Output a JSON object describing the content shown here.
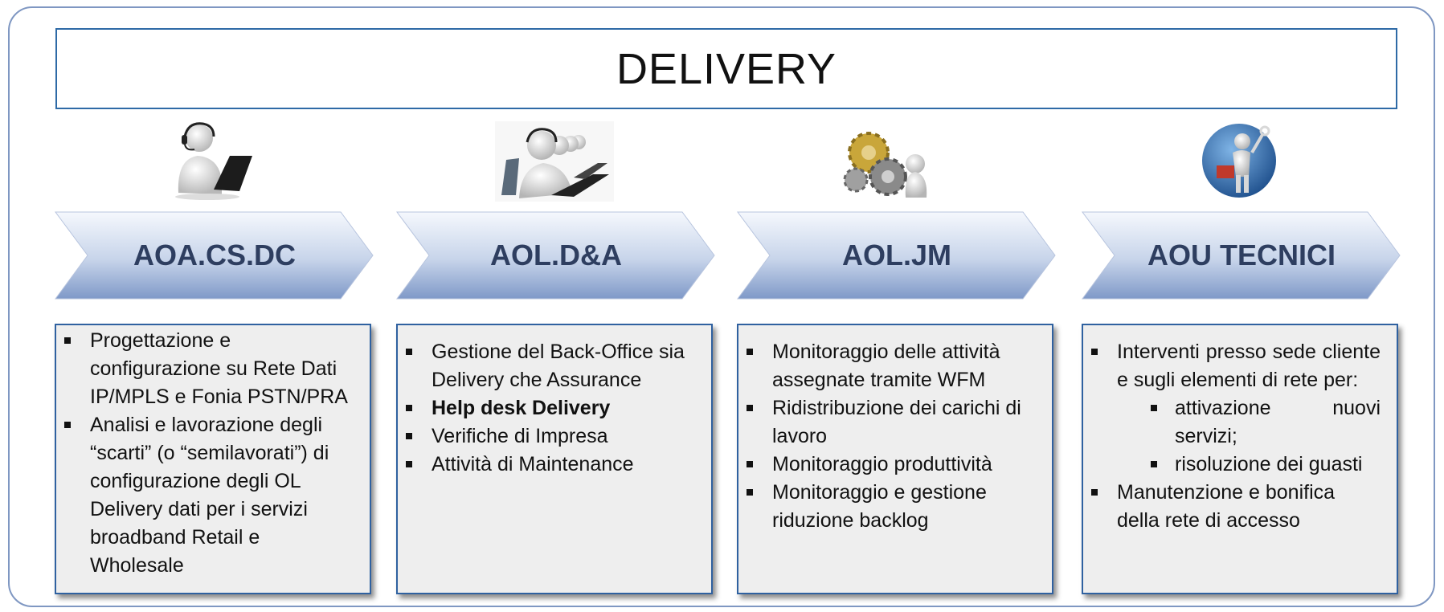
{
  "title": "DELIVERY",
  "columns": [
    {
      "label": "AOA.CS.DC",
      "icon": "person-headset-laptop-icon",
      "items": [
        {
          "text": "Progettazione e configurazione su Rete Dati IP/MPLS e Fonia PSTN/PRA",
          "bold": false,
          "level": 1
        },
        {
          "text": "Analisi e lavorazione degli “scarti” (o “semilavorati”) di configurazione degli OL Delivery dati per i servizi broadband Retail e Wholesale",
          "bold": false,
          "level": 1
        }
      ]
    },
    {
      "label": "AOL.D&A",
      "icon": "call-center-team-icon",
      "items": [
        {
          "text": "Gestione del Back-Office sia Delivery che Assurance",
          "bold": false,
          "level": 1
        },
        {
          "text": "Help desk Delivery",
          "bold": true,
          "level": 1
        },
        {
          "text": "Verifiche di Impresa",
          "bold": false,
          "level": 1
        },
        {
          "text": "Attività di Maintenance",
          "bold": false,
          "level": 1
        }
      ]
    },
    {
      "label": "AOL.JM",
      "icon": "person-gears-icon",
      "items": [
        {
          "text": "Monitoraggio delle attività assegnate tramite WFM",
          "bold": false,
          "level": 1
        },
        {
          "text": "Ridistribuzione dei carichi di lavoro",
          "bold": false,
          "level": 1
        },
        {
          "text": "Monitoraggio produttività",
          "bold": false,
          "level": 1
        },
        {
          "text": "Monitoraggio e gestione riduzione backlog",
          "bold": false,
          "level": 1
        }
      ]
    },
    {
      "label": "AOU TECNICI",
      "icon": "technician-globe-toolbox-icon",
      "items": [
        {
          "text": "Interventi presso sede cliente e sugli elementi di rete per:",
          "bold": false,
          "level": 1
        },
        {
          "text": "attivazione nuovi servizi;",
          "bold": false,
          "level": 2
        },
        {
          "text": "risoluzione dei guasti",
          "bold": false,
          "level": 2
        },
        {
          "text": "Manutenzione e bonifica della rete di accesso",
          "bold": false,
          "level": 1
        }
      ]
    }
  ]
}
